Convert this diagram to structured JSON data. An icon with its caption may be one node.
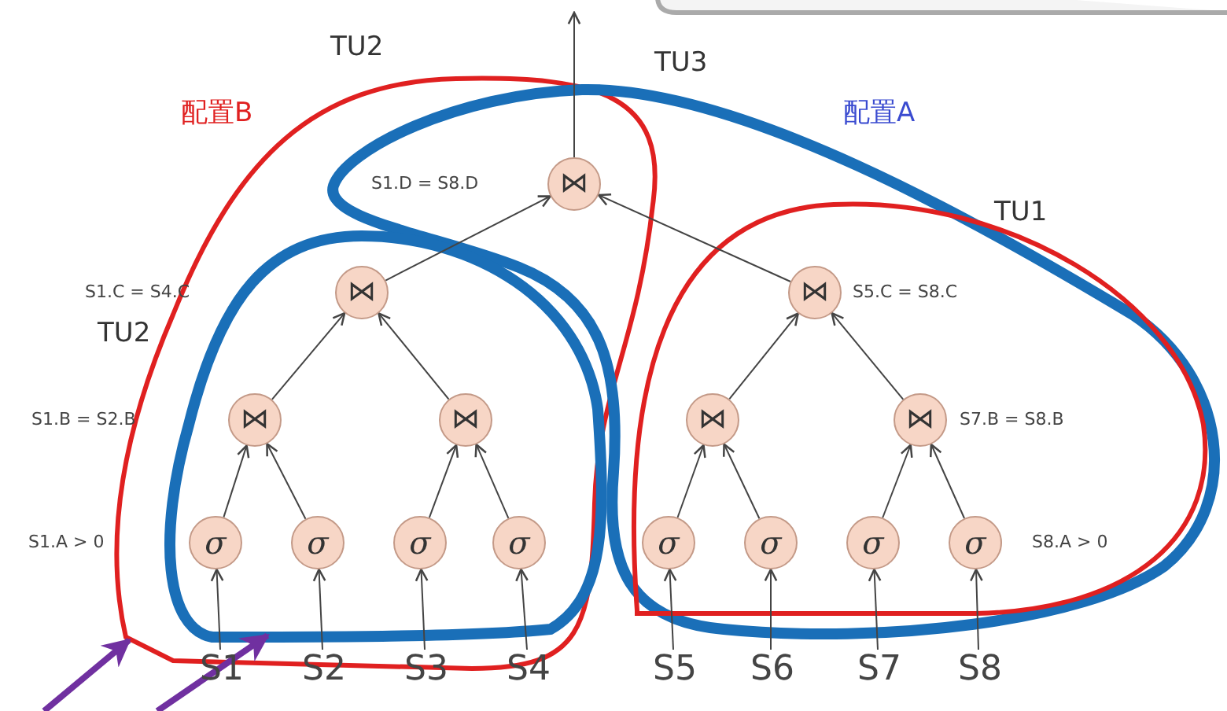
{
  "diagram": {
    "nodes": [
      {
        "text": [
          "⋈"
        ]
      },
      {
        "text": [
          "⋈"
        ]
      },
      {
        "text": [
          "⋈"
        ]
      },
      {
        "text": [
          "⋈"
        ]
      },
      {
        "text": [
          "⋈"
        ]
      },
      {
        "text": [
          "⋈"
        ]
      },
      {
        "text": [
          "⋈"
        ]
      },
      {
        "text": [
          "σ"
        ]
      },
      {
        "text": [
          "σ"
        ]
      },
      {
        "text": [
          "σ"
        ]
      },
      {
        "text": [
          "σ"
        ]
      },
      {
        "text": [
          "σ"
        ]
      },
      {
        "text": [
          "σ"
        ]
      },
      {
        "text": [
          "σ"
        ]
      },
      {
        "text": [
          "σ"
        ]
      },
      {
        "text": [
          "S1"
        ]
      },
      {
        "text": [
          "S2"
        ]
      },
      {
        "text": [
          "S3"
        ]
      },
      {
        "text": [
          "S4"
        ]
      },
      {
        "text": [
          "S5"
        ]
      },
      {
        "text": [
          "S6"
        ]
      },
      {
        "text": [
          "S7"
        ]
      },
      {
        "text": [
          "S8"
        ]
      }
    ],
    "edges": [
      {
        "from": 1,
        "to": 0,
        "arrow": "to"
      },
      {
        "from": 2,
        "to": 0,
        "arrow": "to"
      },
      {
        "from": 3,
        "to": 1,
        "arrow": "to"
      },
      {
        "from": 4,
        "to": 1,
        "arrow": "to"
      },
      {
        "from": 5,
        "to": 2,
        "arrow": "to"
      },
      {
        "from": 6,
        "to": 2,
        "arrow": "to"
      },
      {
        "from": 7,
        "to": 3,
        "arrow": "to"
      },
      {
        "from": 8,
        "to": 3,
        "arrow": "to"
      },
      {
        "from": 9,
        "to": 4,
        "arrow": "to"
      },
      {
        "from": 10,
        "to": 4,
        "arrow": "to"
      },
      {
        "from": 11,
        "to": 5,
        "arrow": "to"
      },
      {
        "from": 12,
        "to": 5,
        "arrow": "to"
      },
      {
        "from": 13,
        "to": 6,
        "arrow": "to"
      },
      {
        "from": 14,
        "to": 6,
        "arrow": "to"
      },
      {
        "from": 15,
        "to": 7,
        "arrow": "to"
      },
      {
        "from": 16,
        "to": 8,
        "arrow": "to"
      },
      {
        "from": 17,
        "to": 9,
        "arrow": "to"
      },
      {
        "from": 18,
        "to": 10,
        "arrow": "to"
      },
      {
        "from": 19,
        "to": 11,
        "arrow": "to"
      },
      {
        "from": 20,
        "to": 12,
        "arrow": "to"
      },
      {
        "from": 21,
        "to": 13,
        "arrow": "to"
      },
      {
        "from": 22,
        "to": 14,
        "arrow": "to"
      },
      {
        "from": 0,
        "to": null,
        "arrow": "to"
      }
    ],
    "labels": [
      "TU2",
      "配置B",
      "TU3",
      "配置A",
      "S1.D = S8.D",
      "TU1",
      "S1.C = S4.C",
      "S5.C = S8.C",
      "TU2",
      "S1.B = S2.B",
      "S7.B = S8.B",
      "S1.A > 0",
      "S8.A > 0"
    ]
  }
}
